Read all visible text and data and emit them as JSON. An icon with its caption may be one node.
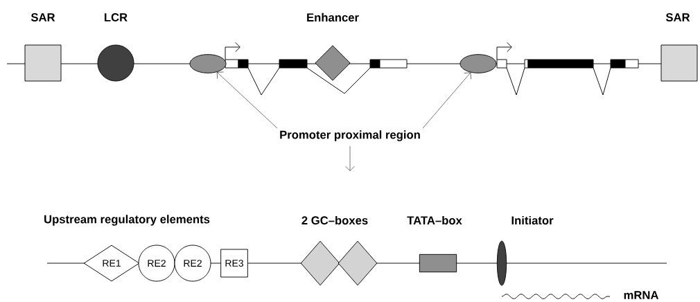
{
  "diagram": {
    "nodes": [
      {
        "text": [
          "SAR"
        ]
      },
      {
        "text": [
          "LCR"
        ]
      },
      {
        "text": [],
        "shape": "ellipse"
      },
      {
        "text": [
          "Enhancer"
        ]
      },
      {
        "text": [],
        "shape": "ellipse"
      },
      {
        "text": [
          "SAR"
        ]
      },
      {
        "text": [
          "Promoter proximal region"
        ]
      },
      {
        "text": [
          "RE1"
        ]
      },
      {
        "text": [
          "RE2"
        ]
      },
      {
        "text": [
          "RE2"
        ]
      },
      {
        "text": [
          "RE3"
        ]
      },
      {
        "text": [],
        "shape": "diamond"
      },
      {
        "text": [],
        "shape": "diamond"
      },
      {
        "text": [
          "TATA–box"
        ]
      },
      {
        "text": [
          "Initiator"
        ]
      }
    ],
    "edges": [
      {
        "from": 6,
        "to": 2,
        "arrow": "to"
      },
      {
        "from": 6,
        "to": 4,
        "arrow": "to"
      },
      {
        "from": 6,
        "to": null,
        "arrow": "to"
      }
    ],
    "labels": [
      "Upstream regulatory elements",
      "2 GC–boxes",
      "mRNA"
    ]
  }
}
